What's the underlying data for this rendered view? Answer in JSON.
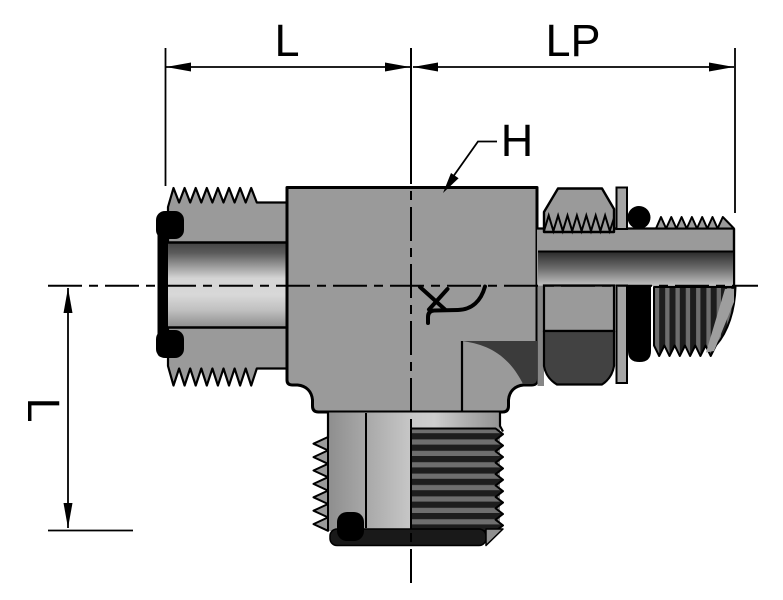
{
  "drawing": {
    "labels": {
      "dim_top_left": "L",
      "dim_top_right": "LP",
      "callout_hex": "H",
      "dim_left_vertical": "L"
    },
    "colors": {
      "background": "#ffffff",
      "outline": "#000000",
      "metal": "#9a9a9a",
      "metal_dark": "#424242",
      "corner_shadow": "#3b3b3b",
      "seal_black": "#000000",
      "thread_dark": "#1d1d1d",
      "bottom_face": "#191919"
    }
  }
}
